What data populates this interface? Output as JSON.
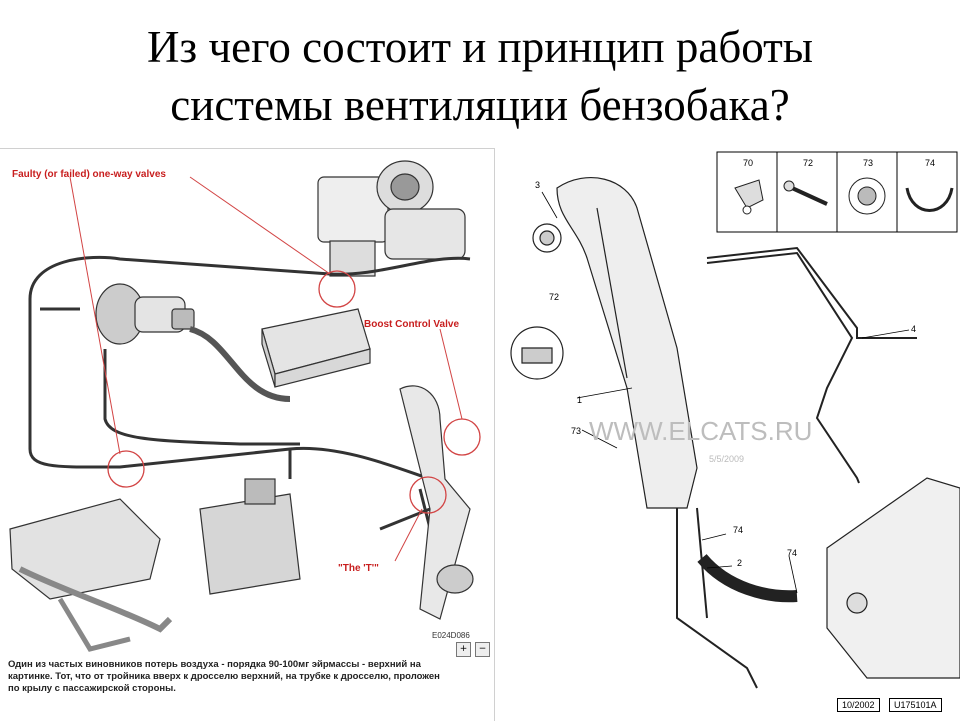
{
  "title": {
    "line1": "Из чего состоит и принцип работы",
    "line2": "системы вентиляции бензобака?"
  },
  "left_figure": {
    "callouts": {
      "faulty_valves": "Faulty (or failed) one-way valves",
      "boost_valve": "Boost Control Valve",
      "the_t": "\"The 'T'\""
    },
    "figure_code": "E024D086",
    "zoom_in": "+",
    "zoom_out": "−",
    "caption": {
      "line1": "Один из частых виновников потерь воздуха - порядка 90-100мг эйрмассы - верхний на",
      "line2": "картинке. Тот, что от тройника вверх к дросселю верхний, на трубке к дросселю, проложен",
      "line3": "по крылу с пассажирской стороны."
    }
  },
  "right_figure": {
    "part_numbers": {
      "p70": "70",
      "p72": "72",
      "p73": "73",
      "p74": "74",
      "p3": "3",
      "p72b": "72",
      "p1": "1",
      "p73b": "73",
      "p74b": "74",
      "p2": "2",
      "p74c": "74",
      "p4": "4"
    },
    "watermark": "WWW.ELCATS.RU",
    "watermark_date": "5/5/2009",
    "footer_date": "10/2002",
    "footer_code": "U175101A"
  }
}
